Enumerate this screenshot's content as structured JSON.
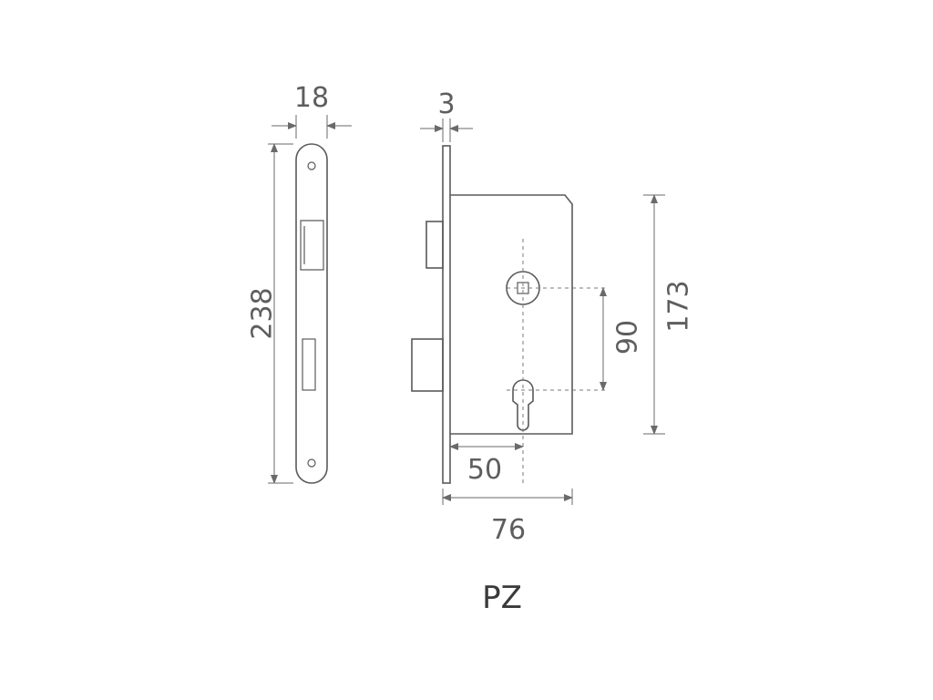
{
  "dimensions": {
    "faceplate_width": "18",
    "faceplate_thickness": "3",
    "faceplate_height": "238",
    "case_height": "173",
    "handle_to_key_distance": "90",
    "backset": "50",
    "case_depth": "76"
  },
  "model": "PZ",
  "colors": {
    "line": "#5a5a5a",
    "background": "#ffffff"
  }
}
